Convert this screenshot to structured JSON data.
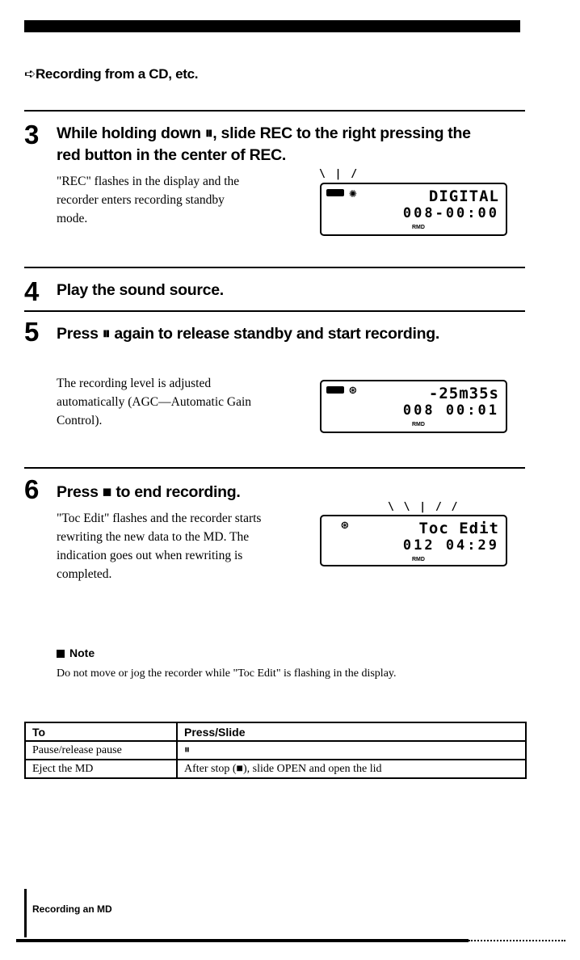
{
  "section_title": "➪Recording from a CD, etc.",
  "steps": [
    {
      "number": "3",
      "title": "While holding down ⏸, slide REC to the right pressing the red button in the center of REC.",
      "body": "\"REC\" flashes in the display and the recorder enters recording standby mode.",
      "display": {
        "line1": "DIGITAL",
        "line2": "008-00:00",
        "mark": "RMD"
      }
    },
    {
      "number": "4",
      "title": "Play the sound source."
    },
    {
      "number": "5",
      "title": "Press ⏸ again to release standby and start recording.",
      "body": "The recording level is adjusted automatically (AGC—Automatic Gain Control).",
      "display": {
        "line1": "-25m35s",
        "line2": "008 00:01",
        "mark": "RMD"
      }
    },
    {
      "number": "6",
      "title": "Press ■ to end recording.",
      "body": "\"Toc Edit\" flashes and the recorder starts rewriting the new data to the MD. The indication goes out when rewriting is completed.",
      "display": {
        "line1": "Toc Edit",
        "line2": "012 04:29",
        "mark": "RMD"
      }
    }
  ],
  "note": {
    "heading": "Note",
    "text": "Do not move or jog the recorder while \"Toc Edit\" is flashing in the display."
  },
  "table": {
    "headers": [
      "To",
      "Press/Slide"
    ],
    "rows": [
      [
        "Pause/release pause",
        "⏸"
      ],
      [
        "Eject the MD",
        "After stop (■), slide OPEN and open the lid"
      ]
    ]
  },
  "footer": "Recording an MD"
}
